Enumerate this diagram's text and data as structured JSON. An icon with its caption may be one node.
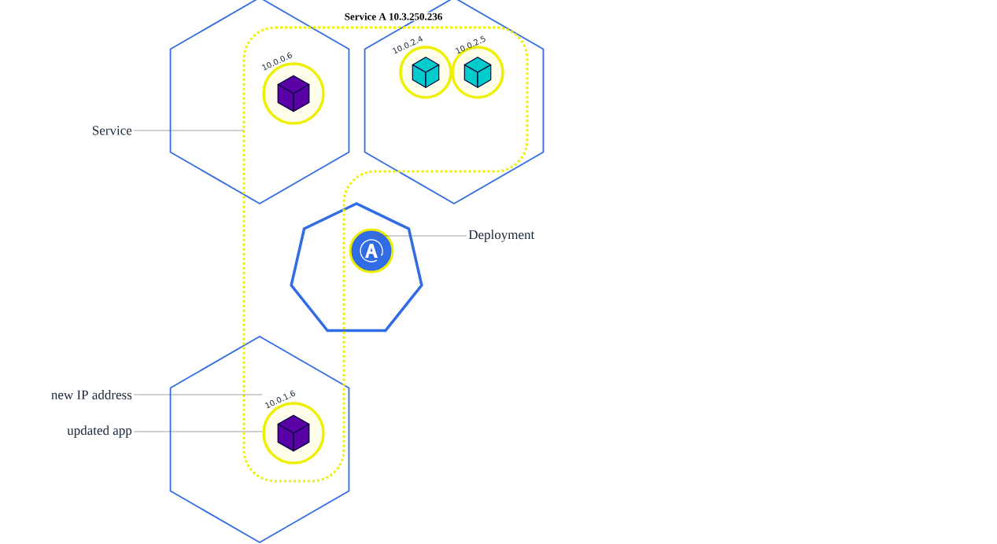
{
  "diagram": {
    "nodes": [
      {
        "text": [],
        "shape": "hexagon"
      },
      {
        "text": [],
        "shape": "hexagon"
      },
      {
        "text": [],
        "shape": "heptagon"
      },
      {
        "text": [],
        "shape": "hexagon"
      },
      {
        "text": [
          "Service"
        ]
      },
      {
        "text": [
          "Service A 10.3.250.236"
        ]
      },
      {
        "text": [],
        "shape": "circle",
        "beside": [
          "10.0.0.6"
        ]
      },
      {
        "text": [],
        "shape": "circle",
        "beside": [
          "10.0.2.4"
        ]
      },
      {
        "text": [],
        "shape": "circle",
        "beside": [
          "10.0.2.5"
        ]
      },
      {
        "text": [],
        "shape": "circle",
        "in": 2
      },
      {
        "text": [],
        "shape": "circle",
        "beside": [
          "10.0.1.6"
        ]
      },
      {
        "text": [
          "Deployment"
        ]
      },
      {
        "text": [
          "new IP address"
        ]
      },
      {
        "text": [
          "updated app"
        ]
      }
    ],
    "edges": [
      {
        "from": 4,
        "to": 5,
        "arrow": "none"
      },
      {
        "from": 11,
        "to": 9,
        "arrow": "none"
      },
      {
        "from": 12,
        "to": 10,
        "arrow": "none"
      },
      {
        "from": 13,
        "to": 10,
        "arrow": "none"
      }
    ]
  }
}
